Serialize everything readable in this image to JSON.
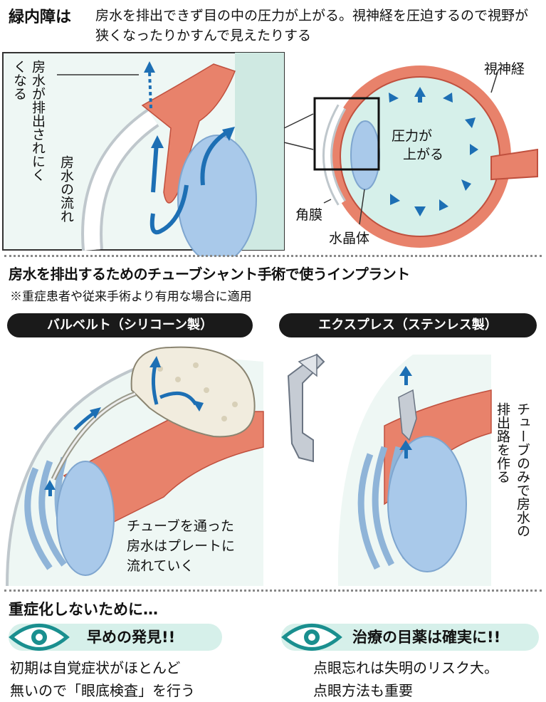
{
  "header": {
    "title": "緑内障は",
    "description": "房水を排出できず目の中の圧力が上がる。視神経を圧迫するので視野が狭くなったりかすんで見えたりする"
  },
  "top_diagram": {
    "label_drain": "房水が排出されにくくなる",
    "label_flow": "房水の流れ",
    "label_nerve": "視神経",
    "label_pressure_1": "圧力が",
    "label_pressure_2": "上がる",
    "label_cornea": "角膜",
    "label_lens": "水晶体"
  },
  "implant_section": {
    "title": "房水を排出するためのチューブシャント手術で使うインプラント",
    "note": "※重症患者や従来手術より有用な場合に適用",
    "baerveldt": {
      "name": "バルベルト（シリコーン製）",
      "caption_1": "チューブを通った",
      "caption_2": "房水はプレートに",
      "caption_3": "流れていく"
    },
    "express": {
      "name": "エクスプレス（ステンレス製）",
      "caption_col1": "チューブのみで房水の",
      "caption_col2": "排出路を作る"
    }
  },
  "prevention": {
    "title": "重症化しないために…",
    "tip1": {
      "heading": "早めの発見!!",
      "line1": "初期は自覚症状がほとんど",
      "line2": "無いので「眼底検査」を行う"
    },
    "tip2": {
      "heading": "治療の目薬は確実に!!",
      "line1": "点眼忘れは失明のリスク大。",
      "line2": "点眼方法も重要"
    }
  },
  "colors": {
    "accent_blue": "#1d6fb4",
    "muscle": "#e8826b",
    "mint": "#d6f0ea",
    "lens": "#a9c9ea",
    "dark": "#1a1a1a"
  },
  "icons": [
    "eye-icon",
    "arrow-icon"
  ]
}
